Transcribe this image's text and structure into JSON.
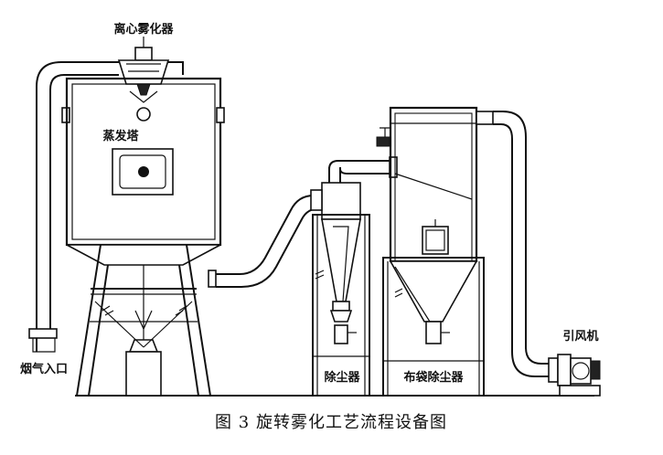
{
  "labels": {
    "atomizer": "离心雾化器",
    "tower": "蒸发塔",
    "flue_inlet": "烟气入口",
    "dust_remover": "除尘器",
    "bag_filter": "布袋除尘器",
    "induced_fan": "引风机"
  },
  "caption": "图 3  旋转雾化工艺流程设备图"
}
